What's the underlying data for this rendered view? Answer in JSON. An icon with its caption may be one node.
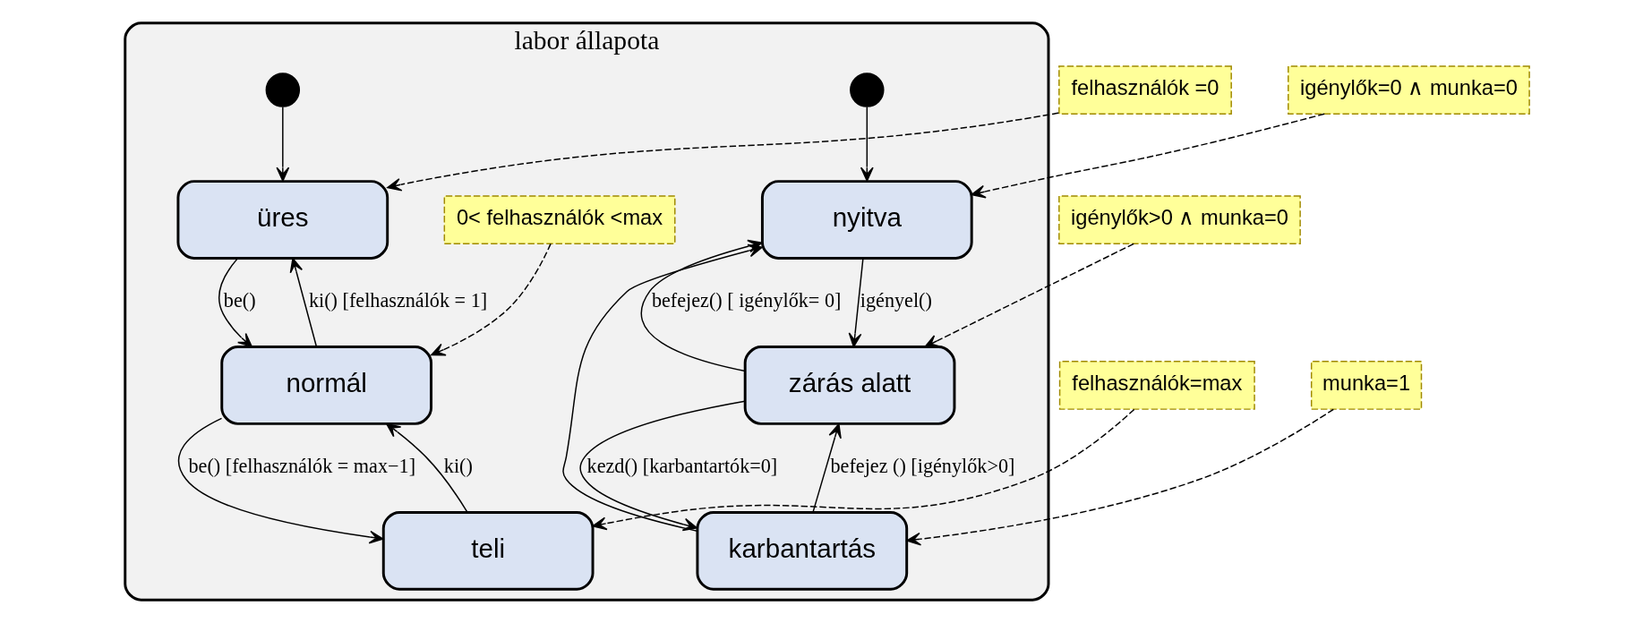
{
  "diagram": {
    "nodes": [
      {
        "text": [
          "labor állapota"
        ]
      },
      {
        "text": [],
        "shape": "circle",
        "in": 0
      },
      {
        "text": [
          "üres"
        ],
        "in": 0
      },
      {
        "text": [
          "normál"
        ],
        "in": 0
      },
      {
        "text": [
          "teli"
        ],
        "in": 0
      },
      {
        "text": [],
        "shape": "circle",
        "in": 0
      },
      {
        "text": [
          "nyitva"
        ],
        "in": 0
      },
      {
        "text": [
          "zárás alatt"
        ],
        "in": 0
      },
      {
        "text": [
          "karbantartás"
        ],
        "in": 0
      },
      {
        "text": [
          "felhasználók =0"
        ]
      },
      {
        "text": [
          "0< felhasználók <max"
        ],
        "in": 0
      },
      {
        "text": [
          "felhasználók=max"
        ]
      },
      {
        "text": [
          "igénylők=0 ∧ munka=0"
        ]
      },
      {
        "text": [
          "igénylők>0 ∧ munka=0"
        ]
      },
      {
        "text": [
          "munka=1"
        ]
      }
    ],
    "edges": [
      {
        "from": 1,
        "to": 2,
        "arrow": "to"
      },
      {
        "from": 2,
        "to": 3,
        "arrow": "to",
        "label": "be()"
      },
      {
        "from": 3,
        "to": 2,
        "arrow": "to",
        "label": "ki() [felhasználók = 1]"
      },
      {
        "from": 3,
        "to": 4,
        "arrow": "to",
        "label": "be() [felhasználók = max−1]"
      },
      {
        "from": 4,
        "to": 3,
        "arrow": "to",
        "label": "ki()"
      },
      {
        "from": 5,
        "to": 6,
        "arrow": "to"
      },
      {
        "from": 6,
        "to": 7,
        "arrow": "to",
        "label": "igényel()"
      },
      {
        "from": 7,
        "to": 6,
        "arrow": "to",
        "label": "befejez() [ igénylők= 0]"
      },
      {
        "from": 7,
        "to": 8,
        "arrow": "to",
        "label": "kezd() [karbantartók=0]"
      },
      {
        "from": 8,
        "to": 7,
        "arrow": "to",
        "label": "befejez () [igénylők>0]"
      },
      {
        "from": 8,
        "to": 6,
        "arrow": "to"
      },
      {
        "from": 9,
        "to": 2,
        "arrow": "to",
        "style": "dashed"
      },
      {
        "from": 10,
        "to": 3,
        "arrow": "to",
        "style": "dashed"
      },
      {
        "from": 11,
        "to": 4,
        "arrow": "to",
        "style": "dashed"
      },
      {
        "from": 12,
        "to": 6,
        "arrow": "to",
        "style": "dashed"
      },
      {
        "from": 13,
        "to": 7,
        "arrow": "to",
        "style": "dashed"
      },
      {
        "from": 14,
        "to": 8,
        "arrow": "to",
        "style": "dashed"
      }
    ]
  }
}
